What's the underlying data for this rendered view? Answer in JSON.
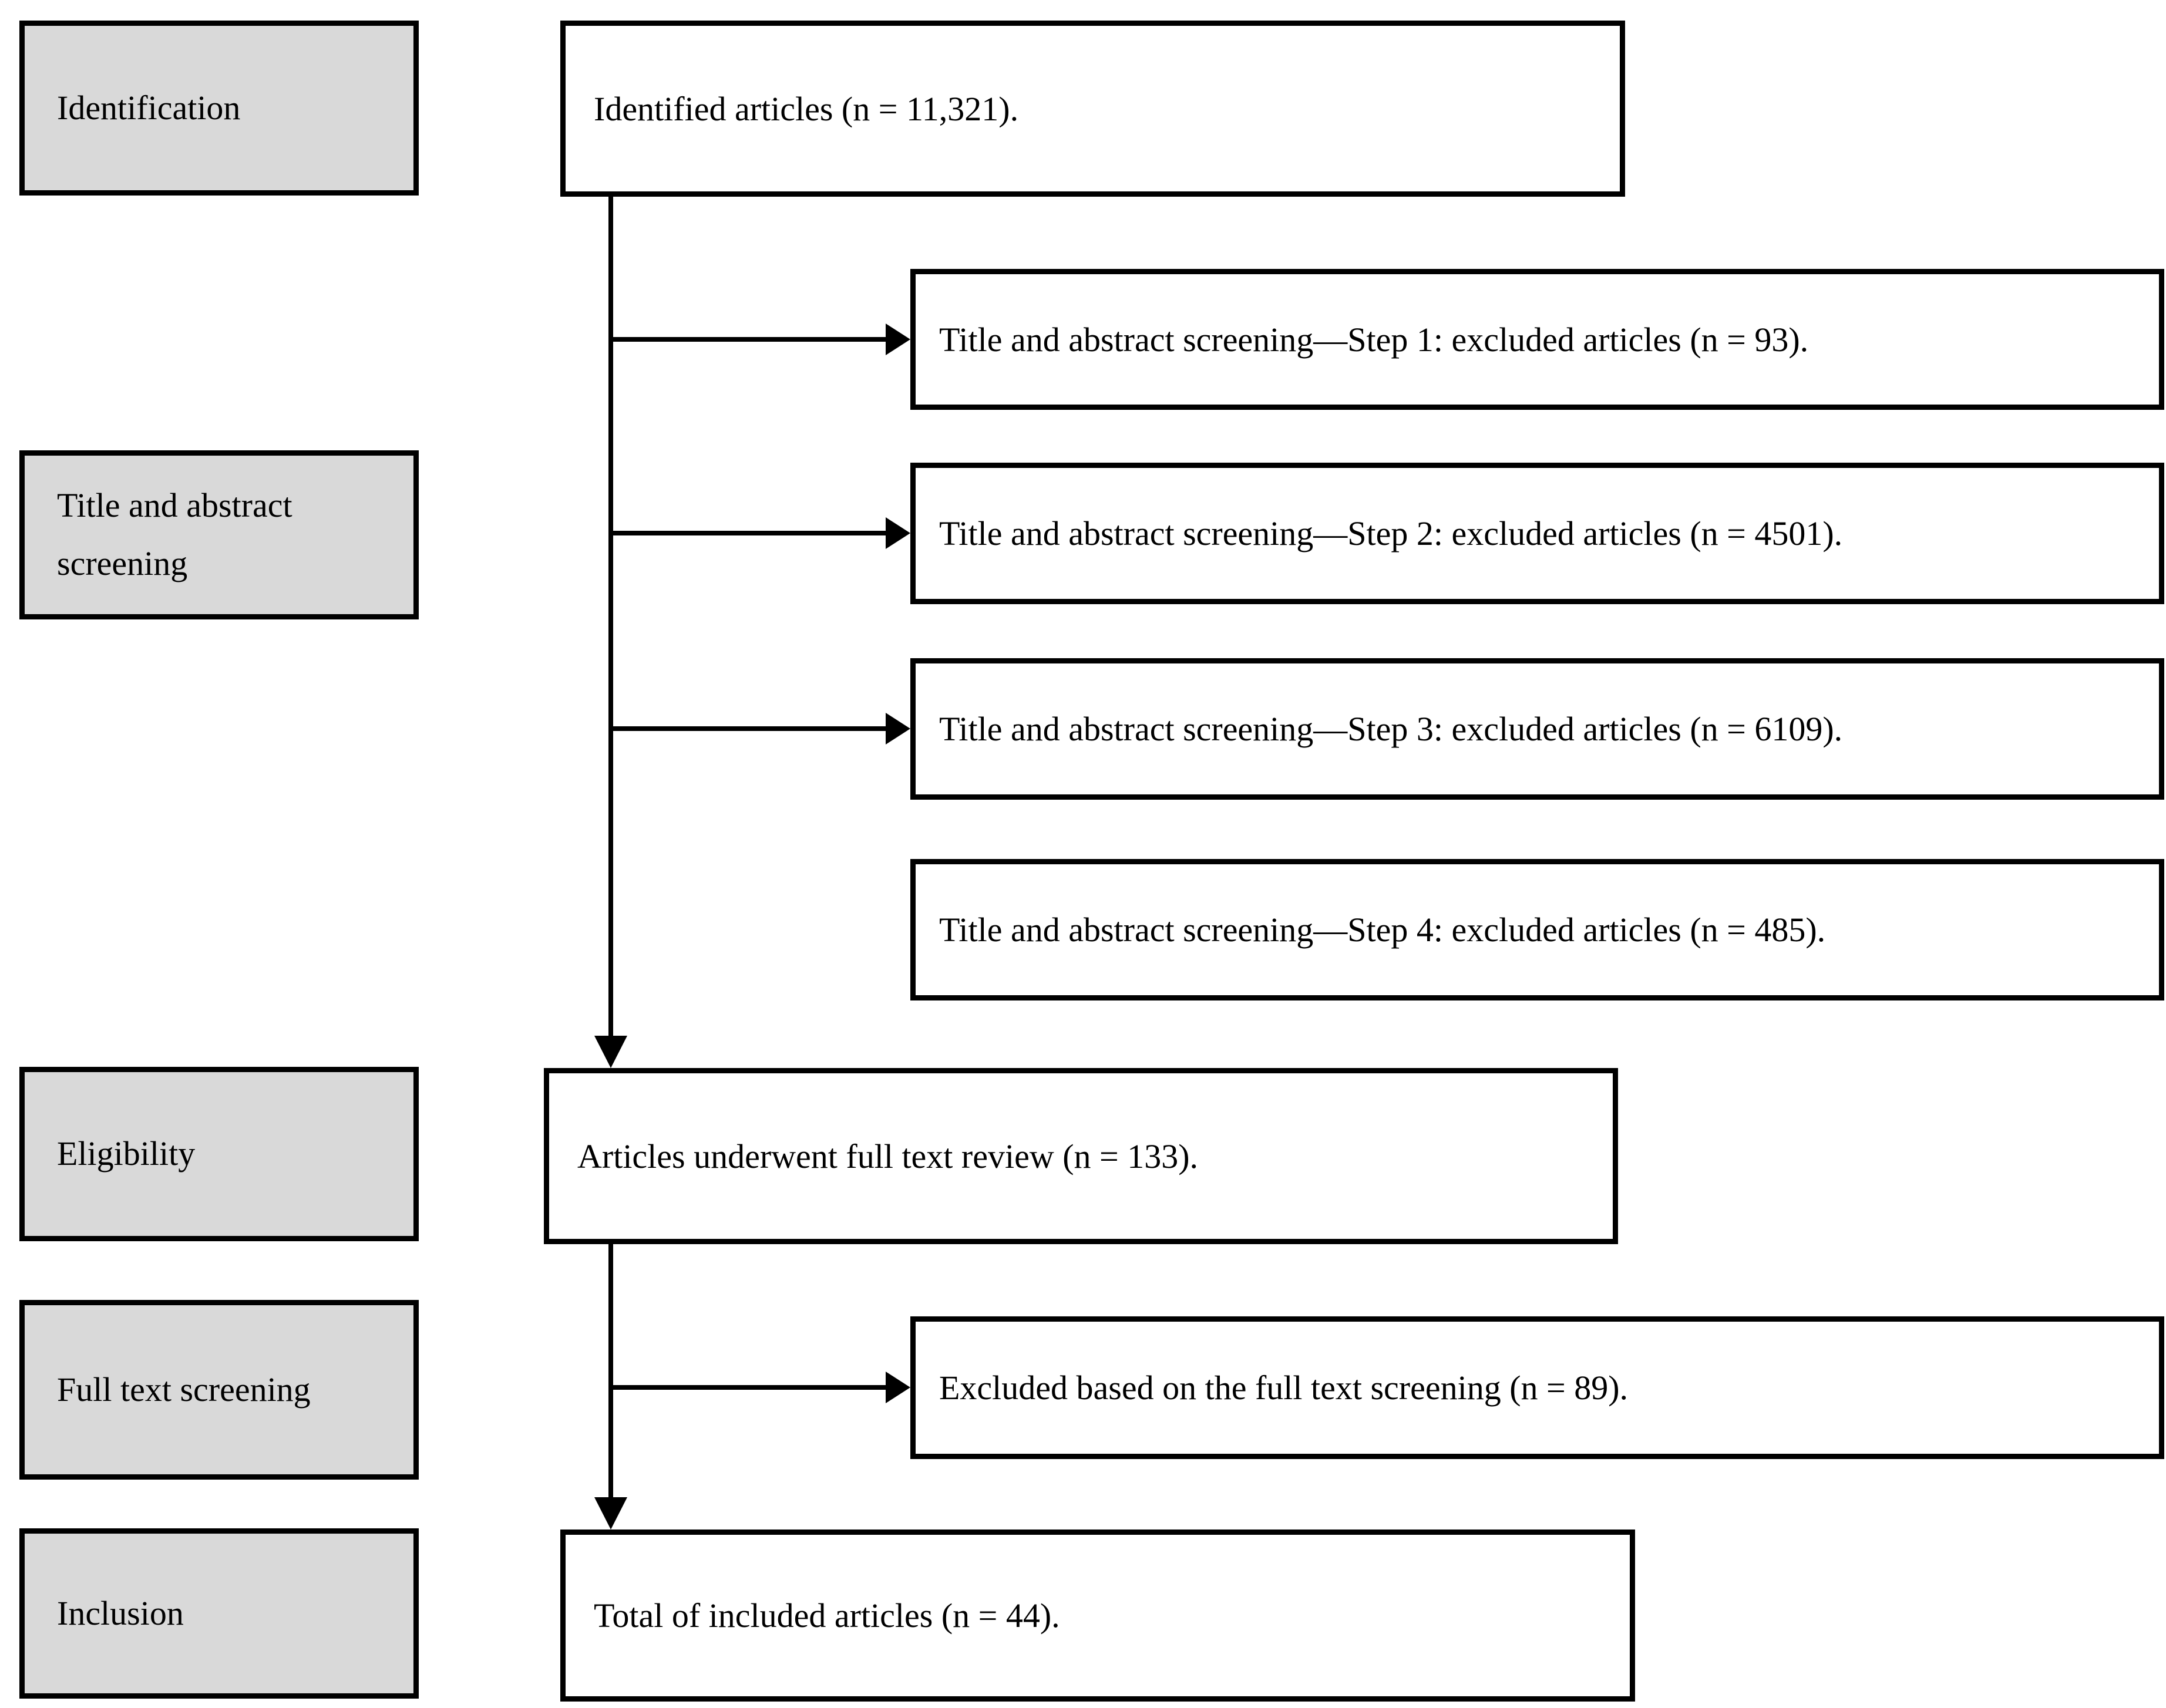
{
  "figure": {
    "type": "flow-diagram",
    "description": "Article screening flow diagram (PRISMA-style)",
    "stages": [
      {
        "label": "Identification"
      },
      {
        "label": "Title and abstract screening"
      },
      {
        "label": "Eligibility"
      },
      {
        "label": "Full text screening"
      },
      {
        "label": "Inclusion"
      }
    ],
    "nodes": {
      "identified": "Identified articles (n = 11,321).",
      "step1": "Title and abstract screening—Step 1: excluded articles (n = 93).",
      "step2": "Title and abstract screening—Step 2: excluded articles (n = 4501).",
      "step3": "Title and abstract screening—Step 3: excluded articles (n = 6109).",
      "step4": "Title and abstract screening—Step 4: excluded articles (n = 485).",
      "full_text_review": "Articles underwent full text review (n = 133).",
      "excluded_full_text": "Excluded based on the full text screening (n = 89).",
      "total_included": "Total of included articles (n = 44)."
    },
    "counts": {
      "identified": 11321,
      "step1_excluded": 93,
      "step2_excluded": 4501,
      "step3_excluded": 6109,
      "step4_excluded": 485,
      "full_text_review": 133,
      "full_text_excluded": 89,
      "included": 44
    },
    "colors": {
      "stage_fill": "#d9d9d9",
      "node_fill": "#ffffff",
      "border": "#000000",
      "background": "#ffffff"
    }
  }
}
